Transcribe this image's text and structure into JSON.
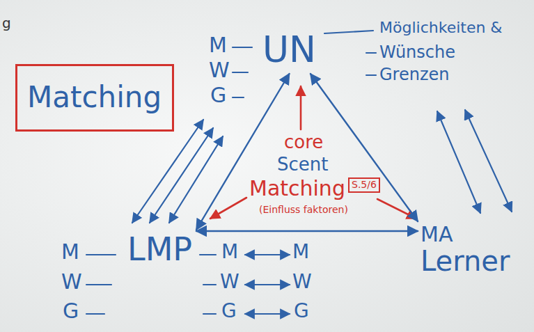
{
  "diagram": {
    "nodes": [
      {
        "text": [
          "Matching"
        ]
      },
      {
        "text": [
          "UN"
        ]
      },
      {
        "text": [
          "S.5/6"
        ]
      },
      {
        "text": [
          "LMP"
        ]
      },
      {
        "text": [
          "MA",
          "Lerner"
        ]
      }
    ],
    "edges": [
      {
        "from": 1,
        "to": 3,
        "arrow": "both"
      },
      {
        "from": 1,
        "to": 4,
        "arrow": "both"
      },
      {
        "from": 3,
        "to": 4,
        "arrow": "both"
      }
    ],
    "labels": [
      "g",
      "M",
      "W",
      "G",
      "Möglichkeiten &",
      "Wünsche",
      "Grenzen",
      "core",
      "Scent",
      "Matching",
      "(Einfluss faktoren)",
      "M",
      "W",
      "G",
      "M",
      "M",
      "W",
      "W",
      "G",
      "G"
    ]
  }
}
